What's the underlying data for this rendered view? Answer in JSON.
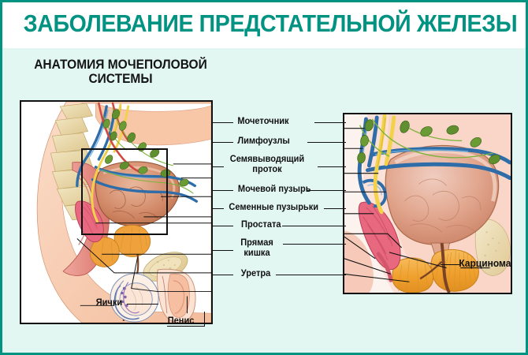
{
  "page": {
    "title": "ЗАБОЛЕВАНИЕ ПРЕДСТАТЕЛЬНОЙ ЖЕЛЕЗЫ",
    "subtitle": "АНАТОМИЯ МОЧЕПОЛОВОЙ СИСТЕМЫ",
    "subtitle_line1": "АНАТОМИЯ МОЧЕПОЛОВОЙ",
    "subtitle_line2": "СИСТЕМЫ",
    "border_color": "#019382",
    "background_color": "#e2f6f2",
    "title_color": "#019382",
    "text_color": "#111111"
  },
  "labels": {
    "ureter": "Мочеточник",
    "lymph_nodes": "Лимфоузлы",
    "vas_deferens_line1": "Семявыводящий",
    "vas_deferens_line2": "проток",
    "bladder": "Мочевой пузырь",
    "seminal_vesicles": "Семенные пузырьки",
    "prostate": "Простата",
    "rectum_line1": "Прямая",
    "rectum_line2": "кишка",
    "urethra": "Уретра",
    "testicles": "Яички",
    "penis": "Пенис",
    "carcinoma": "Карцинома"
  },
  "panels": {
    "left": {
      "name": "Анатомия мочеполовой системы — сагиттальный разрез",
      "highlight_box": "увеличенная область"
    },
    "right": {
      "name": "Увеличенный вид предстательной железы с карциномой"
    }
  },
  "anatomy_colors": {
    "skin": "#f6c6ab",
    "bladder": "#e9a489",
    "bladder_inner": "#c7714c",
    "prostate": "#efa23c",
    "carcinoma": "#f0a53a",
    "seminal_vesicle": "#e8697f",
    "rectum": "#e58d86",
    "lymph_node": "#5f8f2f",
    "vein": "#2f6da8",
    "duct": "#f2d24a",
    "bone": "#e8d8a8",
    "urethra_line": "#7a4325"
  }
}
